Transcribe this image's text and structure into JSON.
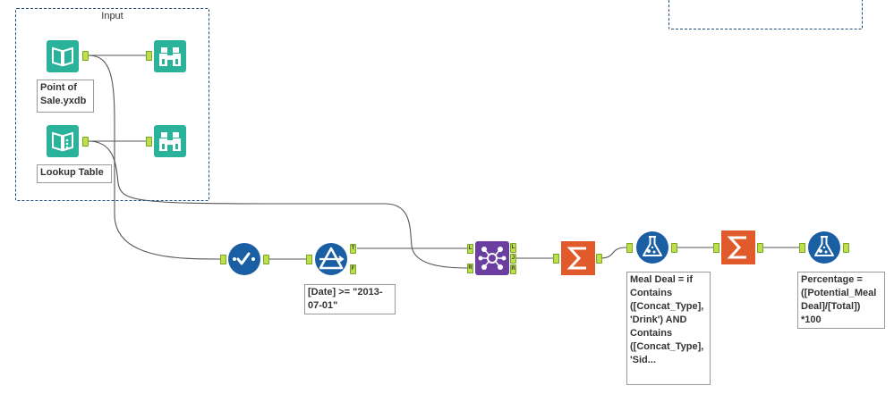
{
  "canvas": {
    "container_title": "Input"
  },
  "tools": {
    "input1": {
      "annotation": "Point of Sale.yxdb"
    },
    "input2": {
      "annotation": "Lookup Table"
    },
    "filter": {
      "annotation": "[Date] >= \"2013-07-01\"",
      "anchor_true": "T",
      "anchor_false": "F"
    },
    "join": {
      "in_left": "L",
      "in_right": "R",
      "out_left": "L",
      "out_join": "J",
      "out_right": "R"
    },
    "formula1": {
      "annotation": "Meal Deal = if Contains ([Concat_Type], 'Drink') AND Contains ([Concat_Type], 'Sid..."
    },
    "formula2": {
      "annotation": "Percentage = ([Potential_Meal Deal]/[Total]) *100"
    }
  },
  "icons": [
    "input-book-icon",
    "browse-binoculars-icon",
    "select-icon",
    "filter-icon",
    "join-icon",
    "summarize-sigma-icon",
    "formula-flask-icon"
  ],
  "colors": {
    "input_teal": "#2ab39a",
    "select_blue": "#1a5fa3",
    "join_purple": "#6b3fa0",
    "summarize_orange": "#e05a2b",
    "anchor_green": "#bde04a",
    "container_border": "#1f4e79"
  }
}
